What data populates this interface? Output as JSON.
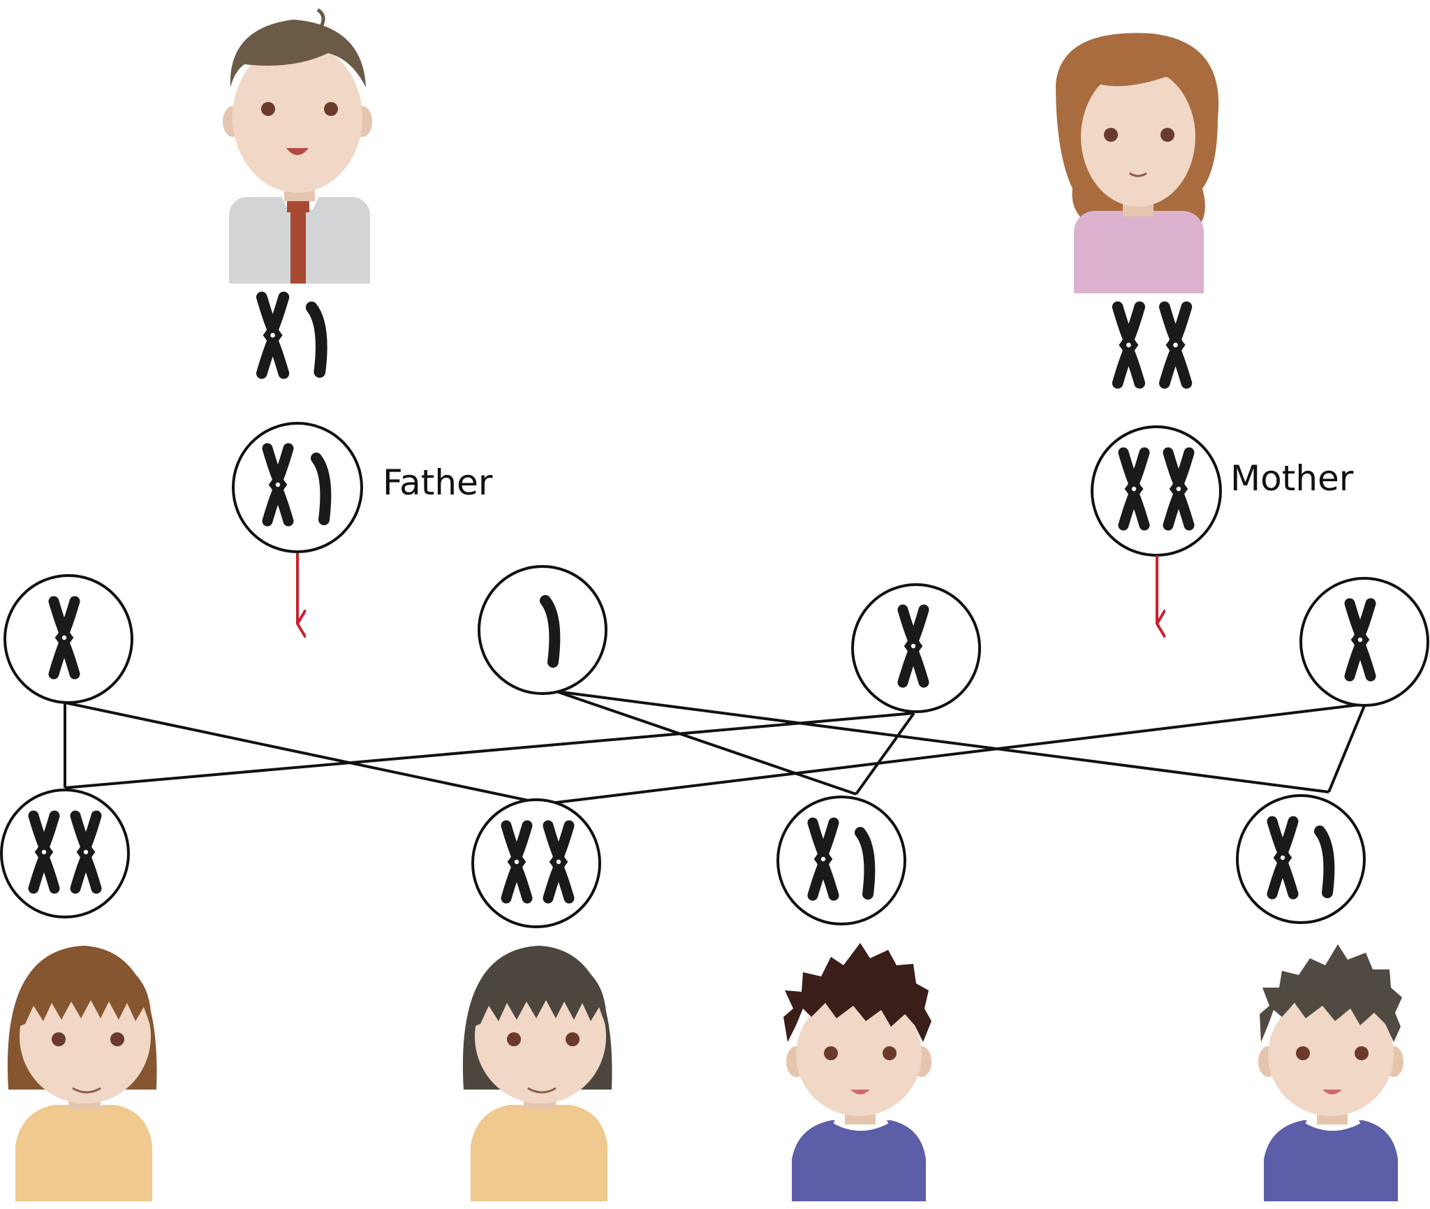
{
  "labels": {
    "father": "Father",
    "mother": "Mother"
  },
  "karyotypes": {
    "father": [
      "X",
      "Y"
    ],
    "mother": [
      "X",
      "X"
    ],
    "gametes": [
      "X",
      "Y",
      "X",
      "X"
    ],
    "children": [
      [
        "X",
        "X"
      ],
      [
        "X",
        "X"
      ],
      [
        "X",
        "Y"
      ],
      [
        "X",
        "Y"
      ]
    ]
  },
  "colors": {
    "chromosome": "#1a1a1a",
    "arrow": "#c8202e",
    "line": "#111111",
    "skin": "#f1d8c6",
    "father_shirt": "#d3d4d6",
    "father_tie": "#a84a33",
    "father_hair": "#6b5a46",
    "mother_hair": "#a86c3f",
    "mother_top": "#dcb2cf",
    "daughter1_hair": "#855630",
    "daughter2_hair": "#4c463f",
    "daughter_top": "#efc98e",
    "son1_hair": "#3a1e19",
    "son2_hair": "#514a42",
    "son_top": "#5d5ea8"
  }
}
